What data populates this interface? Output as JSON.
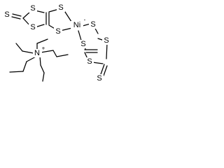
{
  "molecule": {
    "atoms": {
      "upper_thione_s": "S",
      "upper_ring_s_top": "S",
      "upper_ring_s_bottom": "S",
      "upper_dithiolene_s_1": "S",
      "upper_dithiolene_s_2": "S",
      "nickel": "Ni",
      "lower_dithiolene_s_1": "S",
      "lower_dithiolene_s_2": "S",
      "lower_ring_s_top": "S",
      "lower_ring_s_bottom": "S",
      "lower_thione_s": "S",
      "ammonium_n": "N"
    },
    "charges": {
      "nickel_charge": "-",
      "ammonium_charge": "+"
    }
  }
}
